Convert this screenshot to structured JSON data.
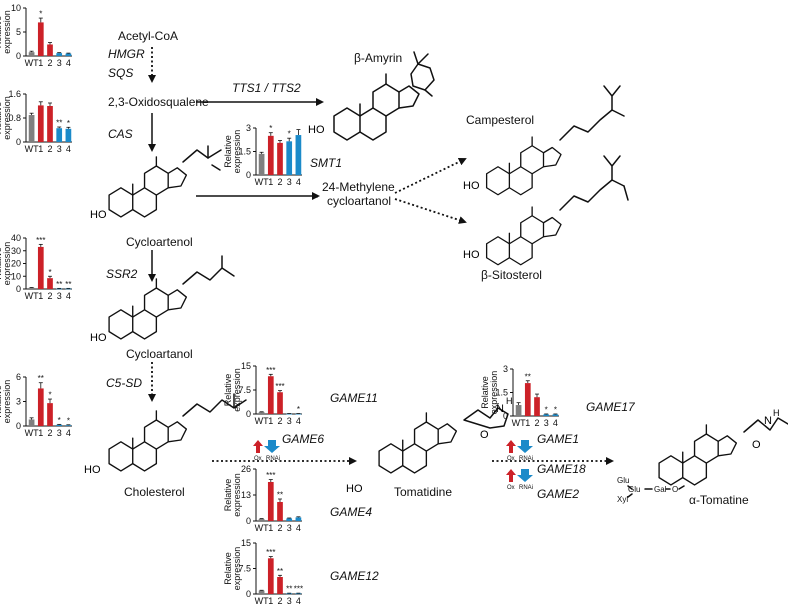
{
  "colors": {
    "wt": "#7f7f7f",
    "ox": "#cc2128",
    "rnai": "#1b8ac9",
    "axis": "#111111"
  },
  "pathway": {
    "acetyl_coa": "Acetyl-CoA",
    "oxidosqualene": "2,3-Oxidosqualene",
    "amyrin": "β-Amyrin",
    "cycloartenol": "Cycloartenol",
    "methylene_cycloartanol_1": "24-Methylene",
    "methylene_cycloartanol_2": "cycloartanol",
    "campesterol": "Campesterol",
    "sitosterol": "β-Sitosterol",
    "cycloartanol": "Cycloartanol",
    "cholesterol": "Cholesterol",
    "tomatidine": "Tomatidine",
    "alpha_tomatine": "α-Tomatine",
    "hydroxyl": "HO",
    "amine": "N",
    "amine_h": "H",
    "oxygen": "O",
    "sugar_glu1": "Glu",
    "sugar_glu2": "Glu",
    "sugar_gal": "Gal",
    "sugar_o": "O",
    "sugar_xyl": "Xyl"
  },
  "enzymes": {
    "hmgr": "HMGR",
    "sqs": "SQS",
    "cas": "CAS",
    "tts": "TTS1 / TTS2",
    "smt1": "SMT1",
    "ssr2": "SSR2",
    "c5sd": "C5-SD",
    "game11": "GAME11",
    "game6": "GAME6",
    "game4": "GAME4",
    "game12": "GAME12",
    "game17": "GAME17",
    "game1": "GAME1",
    "game18": "GAME18",
    "game2": "GAME2"
  },
  "legend": {
    "ox": "Ox",
    "rnai": "RNAi"
  },
  "chart_data": [
    {
      "id": "hmgr",
      "type": "bar",
      "ylabel": "Relative expression",
      "yticks": [
        "0",
        "5",
        "10"
      ],
      "ylim": [
        0,
        10
      ],
      "categories": [
        "WT",
        "1",
        "2",
        "3",
        "4"
      ],
      "values": [
        0.8,
        7,
        2.4,
        0.6,
        0.5
      ],
      "errors": [
        0.2,
        0.9,
        0.4,
        0.1,
        0.1
      ],
      "stars": [
        "",
        "*",
        "",
        "",
        ""
      ]
    },
    {
      "id": "cas",
      "type": "bar",
      "ylabel": "Relative expression",
      "yticks": [
        "0",
        "0.8",
        "1.6"
      ],
      "ylim": [
        0,
        1.6
      ],
      "categories": [
        "WT",
        "1",
        "2",
        "3",
        "4"
      ],
      "values": [
        0.9,
        1.22,
        1.2,
        0.46,
        0.44
      ],
      "errors": [
        0.06,
        0.12,
        0.1,
        0.04,
        0.05
      ],
      "stars": [
        "",
        "",
        "",
        "**",
        "*"
      ]
    },
    {
      "id": "smt1",
      "type": "bar",
      "ylabel": "Relative expression",
      "yticks": [
        "0",
        "1.5",
        "3"
      ],
      "ylim": [
        0,
        3
      ],
      "categories": [
        "WT",
        "1",
        "2",
        "3",
        "4"
      ],
      "values": [
        1.35,
        2.5,
        2.05,
        2.15,
        2.55
      ],
      "errors": [
        0.1,
        0.2,
        0.15,
        0.2,
        0.35
      ],
      "stars": [
        "",
        "*",
        "",
        "*",
        ""
      ]
    },
    {
      "id": "ssr2",
      "type": "bar",
      "ylabel": "Relative expression",
      "yticks": [
        "0",
        "10",
        "20",
        "30",
        "40"
      ],
      "ylim": [
        0,
        40
      ],
      "categories": [
        "WT",
        "1",
        "2",
        "3",
        "4"
      ],
      "values": [
        1,
        33,
        8.5,
        0.4,
        0.4
      ],
      "errors": [
        0.2,
        2,
        1.5,
        0.1,
        0.1
      ],
      "stars": [
        "",
        "***",
        "*",
        "**",
        "**"
      ]
    },
    {
      "id": "c5sd",
      "type": "bar",
      "ylabel": "Relative expression",
      "yticks": [
        "0",
        "3",
        "6"
      ],
      "ylim": [
        0,
        6
      ],
      "categories": [
        "WT",
        "1",
        "2",
        "3",
        "4"
      ],
      "values": [
        0.8,
        4.6,
        2.8,
        0.15,
        0.1
      ],
      "errors": [
        0.2,
        0.7,
        0.5,
        0.05,
        0.05
      ],
      "stars": [
        "",
        "**",
        "*",
        "*",
        "*"
      ]
    },
    {
      "id": "game11",
      "type": "bar",
      "ylabel": "Relative expression",
      "yticks": [
        "0",
        "7.5",
        "15"
      ],
      "ylim": [
        0,
        15
      ],
      "categories": [
        "WT",
        "1",
        "2",
        "3",
        "4"
      ],
      "values": [
        0.6,
        11.8,
        6.8,
        0.1,
        0.1
      ],
      "errors": [
        0.1,
        0.6,
        0.5,
        0.05,
        0.05
      ],
      "stars": [
        "",
        "***",
        "***",
        "",
        "*"
      ]
    },
    {
      "id": "game4",
      "type": "bar",
      "ylabel": "Relative expression",
      "yticks": [
        "0",
        "13",
        "26"
      ],
      "ylim": [
        0,
        26
      ],
      "categories": [
        "WT",
        "1",
        "2",
        "3",
        "4"
      ],
      "values": [
        1,
        19.5,
        9.5,
        1.3,
        1.8
      ],
      "errors": [
        0.2,
        1.2,
        1.5,
        0.2,
        0.3
      ],
      "stars": [
        "",
        "***",
        "**",
        "",
        ""
      ]
    },
    {
      "id": "game12",
      "type": "bar",
      "ylabel": "Relative expression",
      "yticks": [
        "0",
        "7.5",
        "15"
      ],
      "ylim": [
        0,
        15
      ],
      "categories": [
        "WT",
        "1",
        "2",
        "3",
        "4"
      ],
      "values": [
        1,
        10.5,
        5,
        0.2,
        0.2
      ],
      "errors": [
        0.1,
        0.5,
        0.5,
        0.05,
        0.05
      ],
      "stars": [
        "",
        "***",
        "**",
        "**",
        "***"
      ]
    },
    {
      "id": "game17",
      "type": "bar",
      "ylabel": "Relative expression",
      "yticks": [
        "0",
        "1.5",
        "3"
      ],
      "ylim": [
        0,
        3
      ],
      "categories": [
        "WT",
        "1",
        "2",
        "3",
        "4"
      ],
      "values": [
        0.7,
        2.1,
        1.2,
        0.1,
        0.1
      ],
      "errors": [
        0.15,
        0.15,
        0.2,
        0.03,
        0.03
      ],
      "stars": [
        "",
        "**",
        "",
        "*",
        "*"
      ]
    }
  ]
}
